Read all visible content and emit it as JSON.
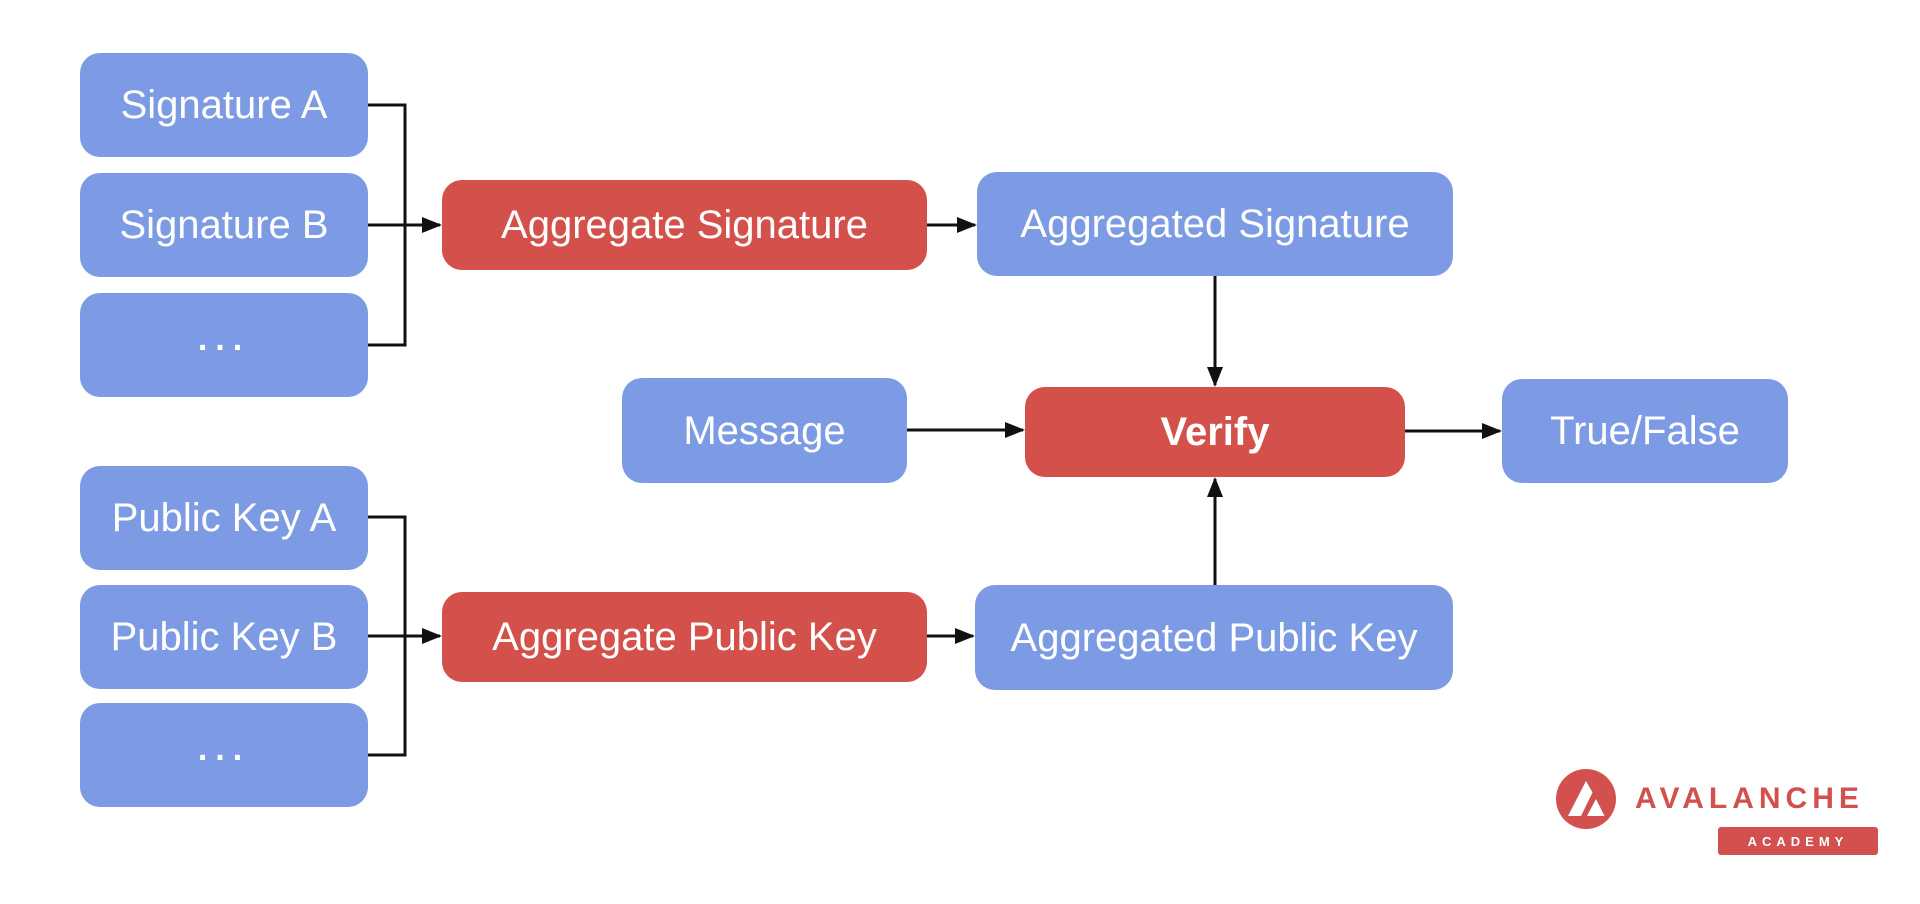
{
  "colors": {
    "bg": "#ffffff",
    "blue": "#7D9BE5",
    "red": "#D3504B",
    "line": "#111111",
    "node-text": "#ffffff",
    "brand": "#D2514E"
  },
  "diagram": {
    "signatures": {
      "a": "Signature A",
      "b": "Signature B",
      "more": "..."
    },
    "aggregate_signature": "Aggregate Signature",
    "aggregated_signature": "Aggregated Signature",
    "message": "Message",
    "verify": "Verify",
    "true_false": "True/False",
    "public_keys": {
      "a": "Public Key A",
      "b": "Public Key B",
      "more": "..."
    },
    "aggregate_public_key": "Aggregate Public Key",
    "aggregated_public_key": "Aggregated Public Key"
  },
  "logo": {
    "brand": "AVALANCHE",
    "badge": "ACADEMY"
  }
}
